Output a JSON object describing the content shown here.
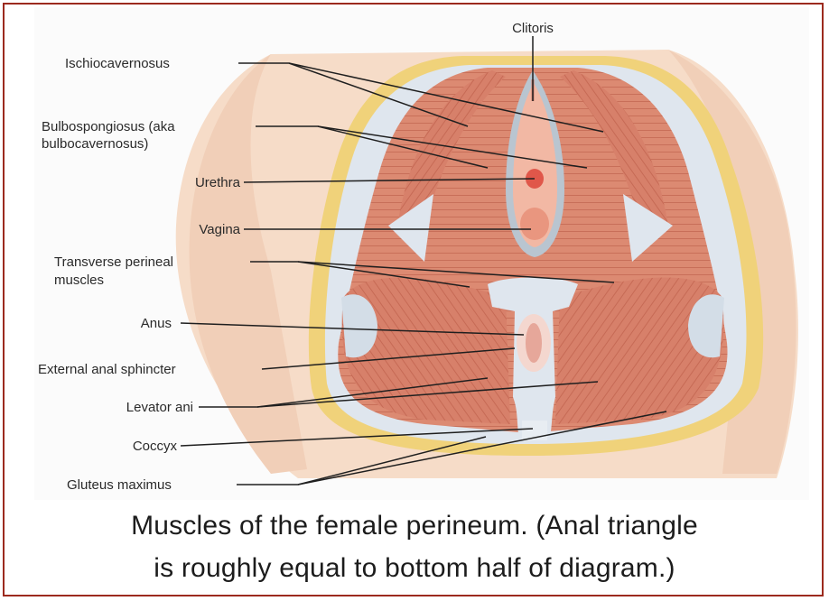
{
  "labels": {
    "clitoris": "Clitoris",
    "ischiocavernosus": "Ischiocavernosus",
    "bulbospongiosus_1": "Bulbospongiosus (aka",
    "bulbospongiosus_2": "bulbocavernosus)",
    "urethra": "Urethra",
    "vagina": "Vagina",
    "transverse_1": "Transverse perineal",
    "transverse_2": "muscles",
    "anus": "Anus",
    "external_anal_sphincter": "External anal sphincter",
    "levator_ani": "Levator ani",
    "coccyx": "Coccyx",
    "gluteus_maximus": "Gluteus maximus"
  },
  "caption": {
    "line1": "Muscles of the female perineum. (Anal triangle",
    "line2": "is roughly equal to bottom half of diagram.)"
  },
  "colors": {
    "border": "#9c2a1e",
    "muscle": "#d9826a",
    "skin": "#f6dcc8",
    "fat": "#f0d27a",
    "fascia": "#dfe6ee"
  }
}
